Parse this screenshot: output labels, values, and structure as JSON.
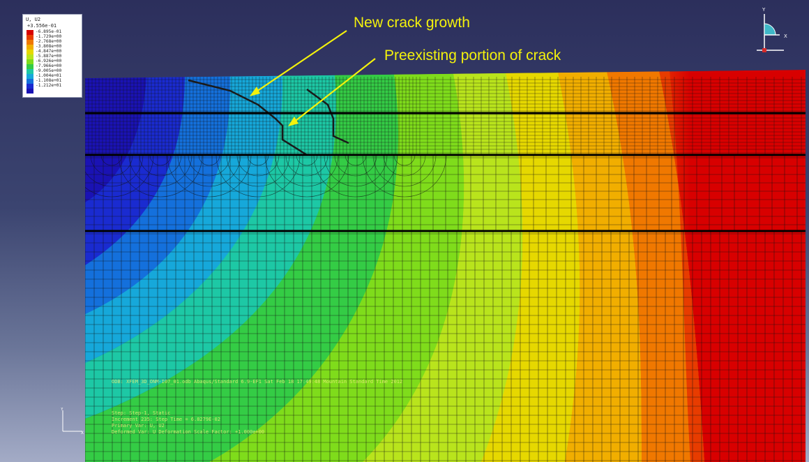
{
  "annotations": {
    "new_crack": "New crack growth",
    "preexisting": "Preexisting portion of crack"
  },
  "legend": {
    "title": "U, U2",
    "top_value": "+3.556e-01",
    "values": [
      "-6.895e-01",
      "-1.729e+00",
      "-2.768e+00",
      "-3.808e+00",
      "-4.847e+00",
      "-5.887e+00",
      "-6.926e+00",
      "-7.966e+00",
      "-9.005e+00",
      "-1.004e+01",
      "-1.108e+01",
      "-1.212e+01"
    ],
    "colors": [
      "#d80000",
      "#e73c00",
      "#f07800",
      "#f1ae00",
      "#e6d800",
      "#b9e41c",
      "#7fdc1b",
      "#34cc45",
      "#1dc8a5",
      "#16a8da",
      "#1470dc",
      "#1a2bd0",
      "#1a12b4"
    ]
  },
  "status": {
    "odb_line": "ODB: XFEM_3D_ONM-I07_01.odb    Abaqus/Standard 6.9-EF1    Sat Feb 18 17:49:48 Mountain Standard Time 2012",
    "step_line": "Step: Step-1, Static",
    "increment_line": "Increment    235: Step Time =    6.8279E-02",
    "primary_line": "Primary Var: U, U2",
    "deformed_line": "Deformed Var: U   Deformation Scale Factor: +1.000e+00"
  },
  "triad": {
    "y": "Y",
    "x": "X"
  },
  "small_triad": {
    "y": "Y",
    "x": "X"
  },
  "field_colors": [
    "#1a12b4",
    "#1a2bd0",
    "#1470dc",
    "#16a8da",
    "#1dc8a5",
    "#34cc45",
    "#7fdc1b",
    "#b9e41c",
    "#e6d800",
    "#f1ae00",
    "#f07800",
    "#e73c00",
    "#d80000"
  ]
}
